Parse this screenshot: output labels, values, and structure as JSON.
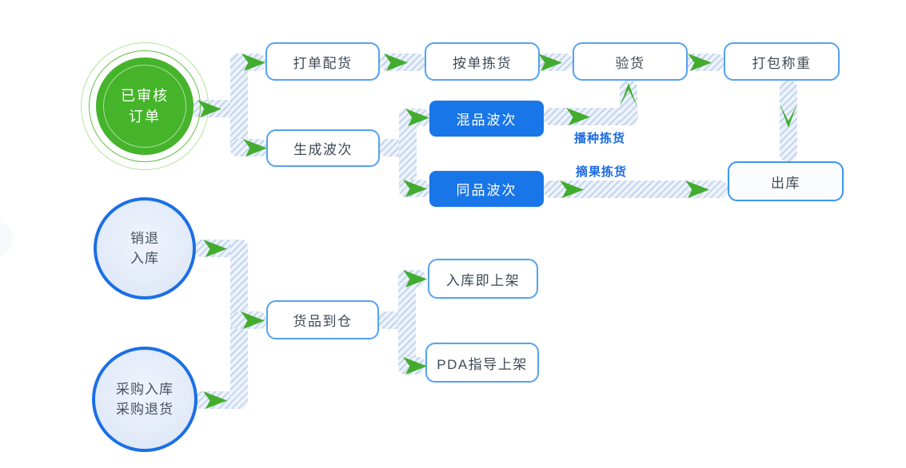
{
  "diagram": {
    "title": "warehouse-order-flowchart",
    "colors": {
      "green_fill": "#45b42a",
      "green_ring": "#64c244",
      "green_ring_light": "#9ad97f",
      "arrow_green": "#43ac2e",
      "blue_primary": "#1876e8",
      "box_border": "#55a3f1",
      "circle_border": "#1b6fe6",
      "circle_fill": "#dfe8f8",
      "band_stripe": "#c4d5ec",
      "band_bg": "#eef3fb",
      "text_dark": "#3e4a55",
      "label_blue": "#1c6be4"
    },
    "nodes": {
      "audited_orders": {
        "line1": "已审核",
        "line2": "订单"
      },
      "print_allocate": {
        "label": "打单配货"
      },
      "pick_by_order": {
        "label": "按单拣货"
      },
      "inspect_goods": {
        "label": "验货"
      },
      "pack_weigh": {
        "label": "打包称重"
      },
      "generate_wave": {
        "label": "生成波次"
      },
      "mixed_wave": {
        "label": "混品波次"
      },
      "same_item_wave": {
        "label": "同品波次"
      },
      "outbound": {
        "label": "出库"
      },
      "sales_return": {
        "line1": "销退",
        "line2": "入库"
      },
      "purchase": {
        "line1": "采购入库",
        "line2": "采购退货"
      },
      "goods_arrive": {
        "label": "货品到仓"
      },
      "shelve_on_inbound": {
        "label": "入库即上架"
      },
      "pda_shelving": {
        "label": "PDA指导上架"
      }
    },
    "edge_labels": {
      "seeding_picking": "播种拣货",
      "fruit_picking": "摘果拣货"
    }
  }
}
